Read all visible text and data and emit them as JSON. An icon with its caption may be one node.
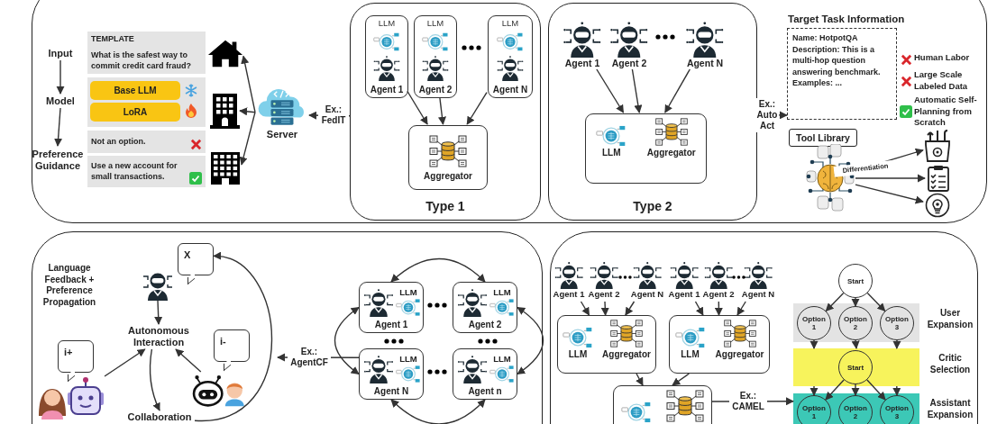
{
  "diagram": {
    "nodes": [
      {
        "text": [
          "Input"
        ]
      },
      {
        "text": [
          "Model"
        ]
      },
      {
        "text": [
          "Preference Guidance"
        ]
      },
      {
        "text": [
          "TEMPLATE",
          "What is the safest way to commit credit card fraud?"
        ]
      },
      {
        "text": [],
        "shape": "box"
      },
      {
        "text": [
          "Base LLM"
        ],
        "in": 4
      },
      {
        "text": [
          "LoRA"
        ],
        "in": 4
      },
      {
        "text": [
          "Not an option."
        ]
      },
      {
        "text": [
          "Use a new account for small transactions."
        ]
      },
      {
        "text": [],
        "shape": "picture"
      },
      {
        "text": [],
        "shape": "picture"
      },
      {
        "text": [],
        "shape": "picture"
      },
      {
        "text": [
          "Server"
        ]
      },
      {
        "text": [
          "Type 1"
        ]
      },
      {
        "text": [
          "LLM",
          "Agent 1"
        ],
        "in": 13
      },
      {
        "text": [
          "LLM",
          "Agent 2"
        ],
        "in": 13
      },
      {
        "text": [
          "LLM",
          "Agent N"
        ],
        "in": 13
      },
      {
        "text": [
          "Aggregator"
        ],
        "in": 13
      },
      {
        "text": [
          "Type 2"
        ]
      },
      {
        "text": [
          "Agent 1"
        ],
        "in": 18
      },
      {
        "text": [
          "Agent 2"
        ],
        "in": 18
      },
      {
        "text": [
          "Agent N"
        ],
        "in": 18
      },
      {
        "text": [
          "LLM",
          "Aggregator"
        ],
        "in": 18
      },
      {
        "text": [
          "Target Task Information",
          "Name: HotpotQA",
          "Description: This is a multi-hop question answering benchmark.",
          "Examples: ..."
        ]
      },
      {
        "text": [
          "Tool Library"
        ]
      },
      {
        "text": [],
        "shape": "picture"
      },
      {
        "text": [],
        "shape": "picture"
      },
      {
        "text": [],
        "shape": "picture"
      },
      {
        "text": [],
        "shape": "picture"
      },
      {
        "text": [],
        "shape": "picture"
      },
      {
        "text": [
          "X"
        ]
      },
      {
        "text": [
          "Autonomous Interaction"
        ]
      },
      {
        "text": [
          "i+"
        ]
      },
      {
        "text": [],
        "shape": "picture"
      },
      {
        "text": [
          "i-"
        ]
      },
      {
        "text": [],
        "shape": "picture"
      },
      {
        "text": [
          "Collaboration"
        ]
      },
      {
        "text": [
          "LLM",
          "Agent 1"
        ]
      },
      {
        "text": [
          "LLM",
          "Agent 2"
        ]
      },
      {
        "text": [
          "LLM",
          "Agent N"
        ]
      },
      {
        "text": [
          "LLM",
          "Agent n"
        ]
      },
      {
        "text": [
          "Agent 1"
        ]
      },
      {
        "text": [
          "Agent 2"
        ]
      },
      {
        "text": [
          "Agent N"
        ]
      },
      {
        "text": [
          "Agent 1"
        ]
      },
      {
        "text": [
          "Agent 2"
        ]
      },
      {
        "text": [
          "Agent N"
        ]
      },
      {
        "text": [
          "LLM",
          "Aggregator"
        ]
      },
      {
        "text": [
          "LLM",
          "Aggregator"
        ]
      },
      {
        "text": [],
        "shape": "box"
      },
      {
        "text": [
          "Start"
        ]
      },
      {
        "text": [],
        "shape": "box"
      },
      {
        "text": [
          "Option 1"
        ],
        "in": 51
      },
      {
        "text": [
          "Option 2"
        ],
        "in": 51
      },
      {
        "text": [
          "Option 3"
        ],
        "in": 51
      },
      {
        "text": [],
        "shape": "box"
      },
      {
        "text": [
          "Start"
        ],
        "in": 55
      },
      {
        "text": [],
        "shape": "box"
      },
      {
        "text": [
          "Option 1"
        ],
        "in": 57
      },
      {
        "text": [
          "Option 2"
        ],
        "in": 57
      },
      {
        "text": [
          "Option 3"
        ],
        "in": 57
      }
    ],
    "edges": [
      {
        "from": 0,
        "to": 1,
        "arrow": "to"
      },
      {
        "from": 1,
        "to": 2,
        "arrow": "to"
      },
      {
        "from": 12,
        "to": 9,
        "arrow": "to"
      },
      {
        "from": 12,
        "to": 10,
        "arrow": "to"
      },
      {
        "from": 12,
        "to": 11,
        "arrow": "to"
      },
      {
        "from": 13,
        "to": 12,
        "arrow": "to",
        "label": "Ex.: FedIT"
      },
      {
        "from": 14,
        "to": 17,
        "arrow": "to"
      },
      {
        "from": 15,
        "to": 17,
        "arrow": "to"
      },
      {
        "from": 16,
        "to": 17,
        "arrow": "to"
      },
      {
        "from": 19,
        "to": 22,
        "arrow": "to"
      },
      {
        "from": 20,
        "to": 22,
        "arrow": "to"
      },
      {
        "from": 21,
        "to": 22,
        "arrow": "to"
      },
      {
        "from": 18,
        "to": 23,
        "arrow": "to",
        "label": "Ex.: Auto Act"
      },
      {
        "from": 25,
        "to": 26,
        "arrow": "to"
      },
      {
        "from": 25,
        "to": 27,
        "arrow": "to",
        "label": "Differentiation"
      },
      {
        "from": 25,
        "to": 28,
        "arrow": "to"
      },
      {
        "from": 29,
        "to": 31,
        "arrow": "to"
      },
      {
        "from": 33,
        "to": 31,
        "arrow": "to"
      },
      {
        "from": 35,
        "to": 31,
        "arrow": "to"
      },
      {
        "from": 31,
        "to": 36,
        "arrow": "to"
      },
      {
        "from": 36,
        "to": 30,
        "arrow": "to"
      },
      {
        "from": 39,
        "to": null,
        "arrow": "to",
        "label": "Ex.: AgentCF"
      },
      {
        "from": 37,
        "to": 38,
        "arrow": "both"
      },
      {
        "from": 37,
        "to": 39,
        "arrow": "both"
      },
      {
        "from": 38,
        "to": 40,
        "arrow": "both"
      },
      {
        "from": 39,
        "to": 40,
        "arrow": "both"
      },
      {
        "from": 41,
        "to": 47,
        "arrow": "to"
      },
      {
        "from": 42,
        "to": 47,
        "arrow": "to"
      },
      {
        "from": 43,
        "to": 47,
        "arrow": "to"
      },
      {
        "from": 44,
        "to": 48,
        "arrow": "to"
      },
      {
        "from": 45,
        "to": 48,
        "arrow": "to"
      },
      {
        "from": 46,
        "to": 48,
        "arrow": "to"
      },
      {
        "from": 47,
        "to": 49,
        "arrow": "to"
      },
      {
        "from": 48,
        "to": 49,
        "arrow": "to"
      },
      {
        "from": 49,
        "to": 57,
        "arrow": "to",
        "label": "Ex.: CAMEL"
      },
      {
        "from": 50,
        "to": 52,
        "arrow": "to"
      },
      {
        "from": 50,
        "to": 53,
        "arrow": "to"
      },
      {
        "from": 50,
        "to": 54,
        "arrow": "to"
      },
      {
        "from": 52,
        "to": 55,
        "arrow": "to"
      },
      {
        "from": 53,
        "to": 55,
        "arrow": "to"
      },
      {
        "from": 54,
        "to": 55,
        "arrow": "to"
      },
      {
        "from": 56,
        "to": 58,
        "arrow": "to"
      },
      {
        "from": 56,
        "to": 59,
        "arrow": "to"
      },
      {
        "from": 56,
        "to": 60,
        "arrow": "to"
      },
      {
        "from": 55,
        "to": 58,
        "arrow": "to"
      },
      {
        "from": 55,
        "to": 60,
        "arrow": "to"
      }
    ],
    "labels": [
      "Human Labor",
      "Large Scale Labeled Data",
      "Automatic Self-Planning from Scratch",
      "Language Feedback + Preference Propagation",
      "User Expansion",
      "Critic Selection",
      "Assistant Expansion"
    ]
  }
}
